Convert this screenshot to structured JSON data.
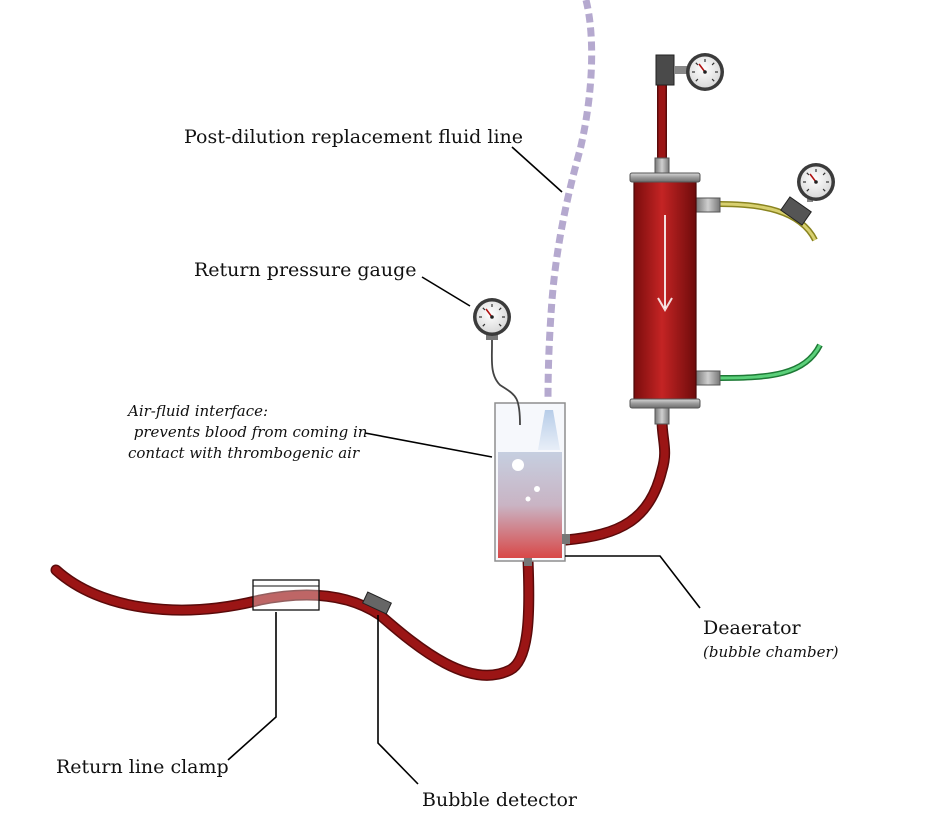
{
  "labels": {
    "post_dilution_line": "Post-dilution replacement fluid line",
    "return_pressure_gauge": "Return pressure gauge",
    "air_fluid_line1": "Air-fluid interface:",
    "air_fluid_line2": " prevents blood from coming in",
    "air_fluid_line3": "contact with thrombogenic air",
    "deaerator": "Deaerator",
    "deaerator_sub": "(bubble chamber)",
    "return_line_clamp": "Return line clamp",
    "bubble_detector": "Bubble detector"
  },
  "colors": {
    "blood_tubing": "#9b1515",
    "dialyser_body": "#b51e1e",
    "replacement_fluid_line": "#b5a9cf",
    "dialysate_in_line": "#c9c25a",
    "dialysate_out_line": "#2ea84a",
    "chamber_fluid_top": "#c6cfe0",
    "chamber_fluid_bottom": "#d84848"
  },
  "icons": {
    "gauge": "pressure-gauge-icon",
    "flow_direction": "down-arrow-icon"
  }
}
